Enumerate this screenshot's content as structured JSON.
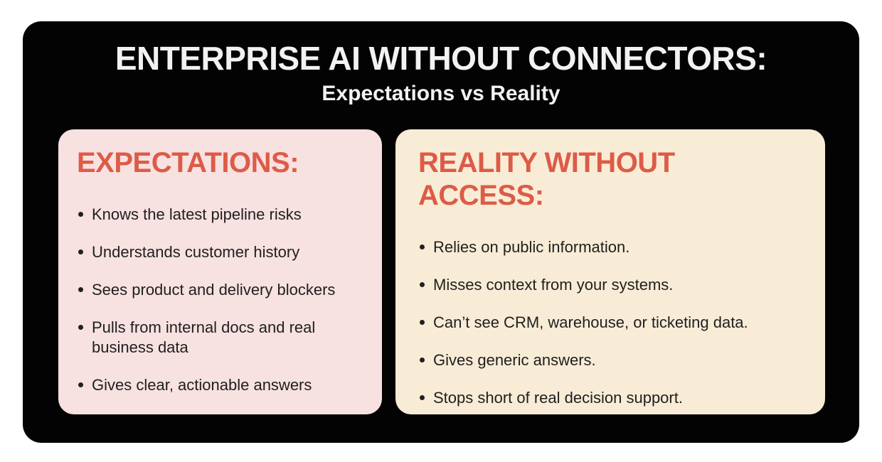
{
  "header": {
    "title": "ENTERPRISE AI WITHOUT CONNECTORS:",
    "subtitle": "Expectations vs Reality"
  },
  "cards": {
    "expectations": {
      "heading": "EXPECTATIONS:",
      "items": [
        "Knows the latest pipeline risks",
        "Understands customer history",
        "Sees product and delivery blockers",
        "Pulls from internal docs and real business data",
        "Gives clear, actionable answers"
      ]
    },
    "reality": {
      "heading": "REALITY WITHOUT ACCESS:",
      "items": [
        "Relies on public information.",
        "Misses context from your systems.",
        "Can’t see CRM, warehouse, or ticketing data.",
        "Gives generic answers.",
        "Stops short of real decision support."
      ]
    }
  },
  "colors": {
    "page_background": "#ffffff",
    "panel_background": "#030303",
    "title_text": "#f2f2f2",
    "accent_red": "#dc5c47",
    "card_pink": "#f8e1e1",
    "card_cream": "#f9ecd6",
    "body_text": "#202020"
  },
  "icons": {
    "bullet": "round-dot"
  }
}
